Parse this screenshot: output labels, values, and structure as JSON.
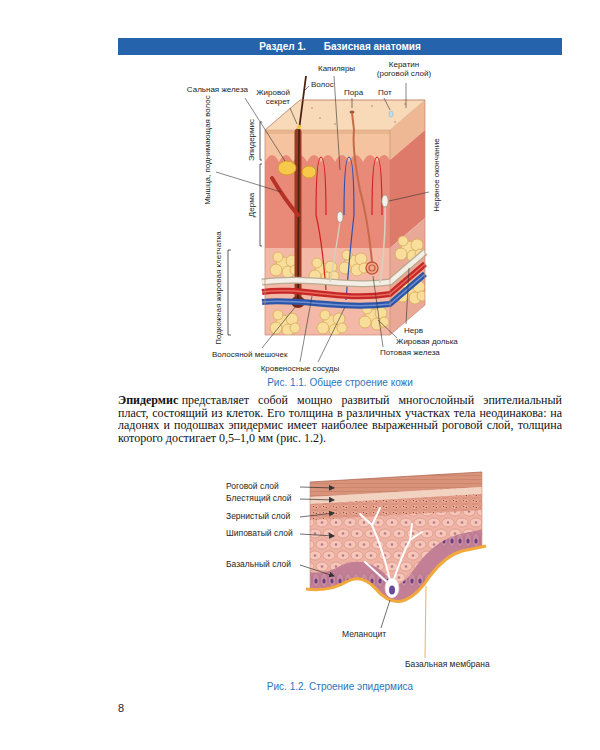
{
  "diagram": {
    "nodes": [
      {
        "text": [
          "Раздел 1.",
          "Базисная анатомия"
        ]
      }
    ],
    "labels": [
      "Сальная железа",
      "Жировой секрет",
      "Волос",
      "Капиляры",
      "Пора",
      "Пот",
      "Кератин (роговой слой)",
      "Мышца, поднимающая волос",
      "Эпидермис",
      "Дерма",
      "Подкожная жировая клетчатка",
      "Нервное окончание",
      "Нерв",
      "Жировая долька",
      "Потовая железа",
      "Волосяной мешочек",
      "Кровеносные сосуды",
      "Рис. 1.1. Общее строение кожи",
      "Эпидермис",
      "представляет собой мощно развитый многослойный эпителиальный пласт, состоящий из клеток. Его толщина в различных участках тела неодинакова: на ладонях и подошвах эпидермис имеет наиболее выраженный роговой слой, толщина которого достигает 0,5–1,0 мм (рис. 1.2).",
      "Роговой слой",
      "Блестящий слой",
      "Зернистый слой",
      "Шиповатый слой",
      "Базальный слой",
      "Меланоцит",
      "Базальная мембрана",
      "Рис. 1.2. Строение эпидермиса",
      "8"
    ]
  }
}
